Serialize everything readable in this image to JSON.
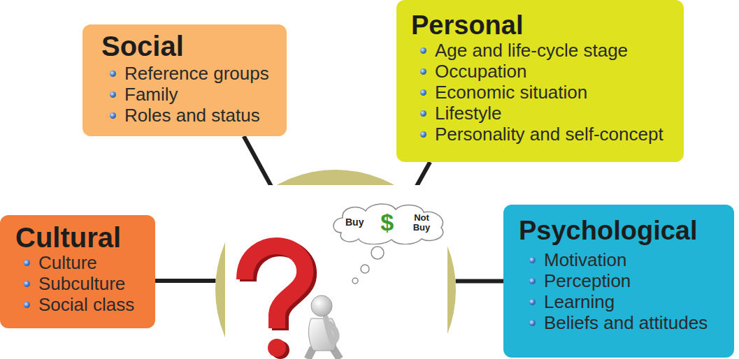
{
  "diagram": {
    "nodes": [
      {
        "text": [
          "Social",
          "Reference groups",
          "Family",
          "Roles and status"
        ]
      },
      {
        "text": [
          "Personal",
          "Age and life-cycle stage",
          "Occupation",
          "Economic situation",
          "Lifestyle",
          "Personality and self-concept"
        ]
      },
      {
        "text": []
      },
      {
        "text": [
          "Buy",
          "$",
          "Not Buy"
        ],
        "in": 2
      },
      {
        "text": [
          "Cultural",
          "Culture",
          "Subculture",
          "Social class"
        ]
      },
      {
        "text": [
          "Psychological",
          "Motivation",
          "Perception",
          "Learning",
          "Beliefs and attitudes"
        ]
      }
    ],
    "edges": [
      {
        "from": 0,
        "to": 2,
        "arrow": "none"
      },
      {
        "from": 1,
        "to": 2,
        "arrow": "none"
      },
      {
        "from": 4,
        "to": 2,
        "arrow": "none"
      },
      {
        "from": 5,
        "to": 2,
        "arrow": "none"
      }
    ]
  }
}
